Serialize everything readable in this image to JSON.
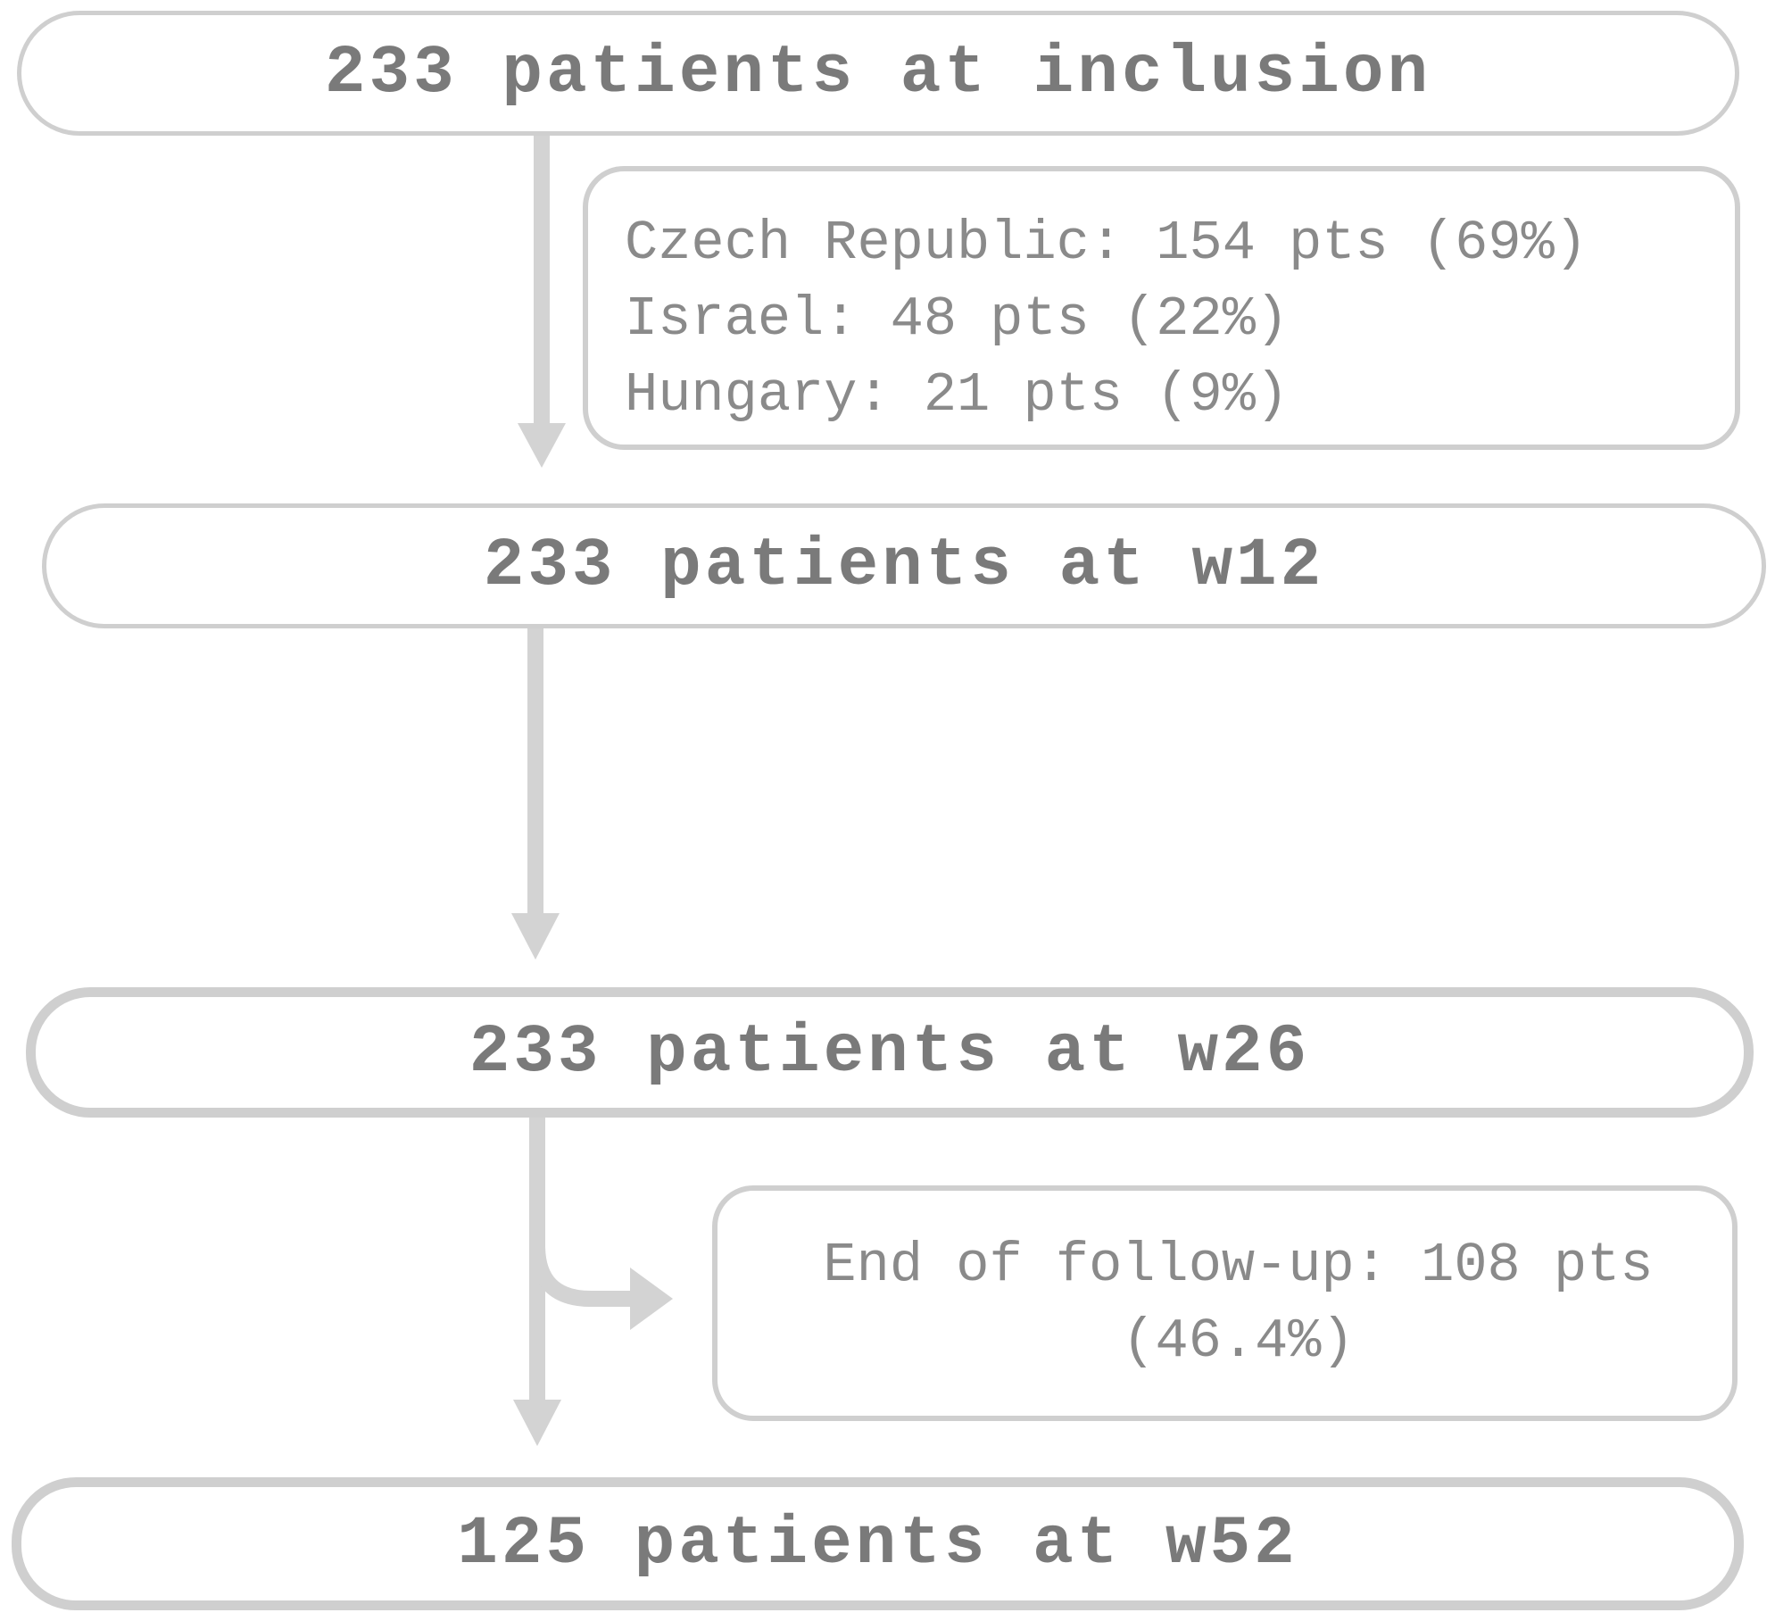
{
  "boxes": {
    "inclusion": "233 patients at inclusion",
    "w12": "233 patients at w12",
    "w26": "233 patients at w26",
    "w52": "125 patients at w52"
  },
  "countries": [
    "Czech Republic: 154 pts (69%)",
    "Israel: 48 pts (22%)",
    "Hungary: 21 pts (9%)"
  ],
  "followup": "End of follow-up: 108 pts (46.4%)",
  "colors": {
    "box_border": "#cfcfcf",
    "arrow": "#d3d3d3",
    "bold_text": "#7a7a7a",
    "light_text": "#8a8a8a"
  }
}
